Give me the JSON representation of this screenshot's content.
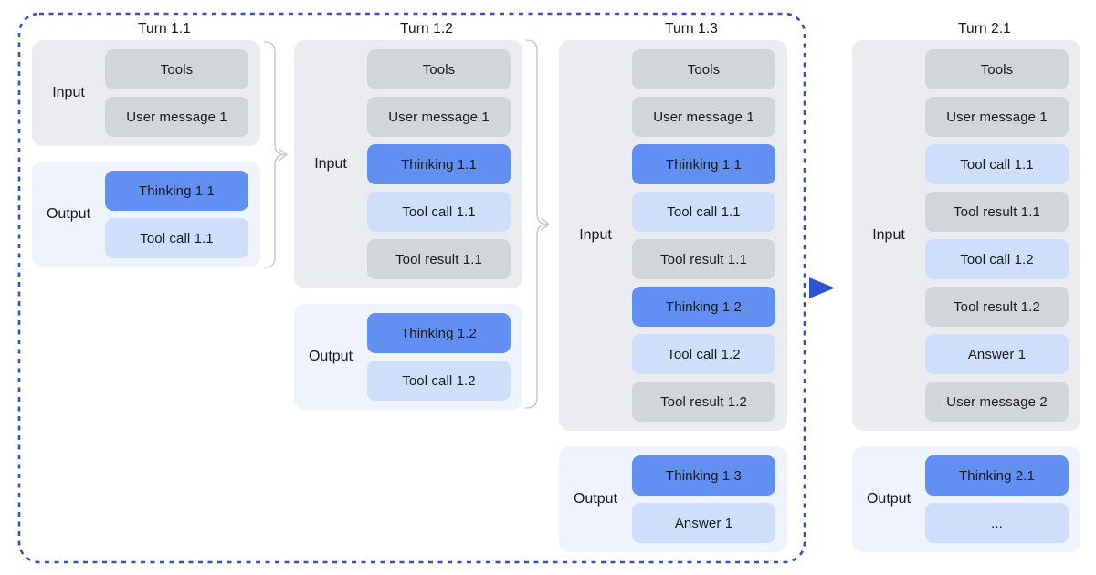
{
  "colors": {
    "context": "#d2d5d9",
    "thinking": "#6190f2",
    "action": "#cfdffb",
    "input_bg": "#eaecef",
    "output_bg": "#eef3fd",
    "outline": "#3351c7",
    "arrow": "#2e53d3",
    "brace": "#c6ccd2",
    "text": "#17191d"
  },
  "icons": {
    "brace_arrow_1": "curly-brace-right-arrow",
    "brace_arrow_2": "curly-brace-right-arrow",
    "turn_2_arrow": "solid-right-arrow",
    "outline": "dashed-rounded-group-border"
  },
  "columns": [
    {
      "id": "t11",
      "title": "Turn 1.1",
      "sections": [
        {
          "kind": "input",
          "label": "Input",
          "boxes": [
            {
              "label": "Tools",
              "type": "context"
            },
            {
              "label": "User message 1",
              "type": "context"
            }
          ]
        },
        {
          "kind": "output",
          "label": "Output",
          "boxes": [
            {
              "label": "Thinking 1.1",
              "type": "thinking"
            },
            {
              "label": "Tool call 1.1",
              "type": "action"
            }
          ]
        }
      ]
    },
    {
      "id": "t12",
      "title": "Turn 1.2",
      "sections": [
        {
          "kind": "input",
          "label": "Input",
          "boxes": [
            {
              "label": "Tools",
              "type": "context"
            },
            {
              "label": "User message 1",
              "type": "context"
            },
            {
              "label": "Thinking 1.1",
              "type": "thinking"
            },
            {
              "label": "Tool call 1.1",
              "type": "action"
            },
            {
              "label": "Tool result 1.1",
              "type": "context"
            }
          ]
        },
        {
          "kind": "output",
          "label": "Output",
          "boxes": [
            {
              "label": "Thinking 1.2",
              "type": "thinking"
            },
            {
              "label": "Tool call 1.2",
              "type": "action"
            }
          ]
        }
      ]
    },
    {
      "id": "t13",
      "title": "Turn 1.3",
      "sections": [
        {
          "kind": "input",
          "label": "Input",
          "boxes": [
            {
              "label": "Tools",
              "type": "context"
            },
            {
              "label": "User message 1",
              "type": "context"
            },
            {
              "label": "Thinking 1.1",
              "type": "thinking"
            },
            {
              "label": "Tool call 1.1",
              "type": "action"
            },
            {
              "label": "Tool result 1.1",
              "type": "context"
            },
            {
              "label": "Thinking 1.2",
              "type": "thinking"
            },
            {
              "label": "Tool call 1.2",
              "type": "action"
            },
            {
              "label": "Tool result 1.2",
              "type": "context"
            }
          ]
        },
        {
          "kind": "output",
          "label": "Output",
          "boxes": [
            {
              "label": "Thinking 1.3",
              "type": "thinking"
            },
            {
              "label": "Answer 1",
              "type": "action"
            }
          ]
        }
      ]
    },
    {
      "id": "t21",
      "title": "Turn 2.1",
      "sections": [
        {
          "kind": "input",
          "label": "Input",
          "boxes": [
            {
              "label": "Tools",
              "type": "context"
            },
            {
              "label": "User message 1",
              "type": "context"
            },
            {
              "label": "Tool call 1.1",
              "type": "action"
            },
            {
              "label": "Tool result 1.1",
              "type": "context"
            },
            {
              "label": "Tool call 1.2",
              "type": "action"
            },
            {
              "label": "Tool result 1.2",
              "type": "context"
            },
            {
              "label": "Answer 1",
              "type": "action"
            },
            {
              "label": "User message 2",
              "type": "context"
            }
          ]
        },
        {
          "kind": "output",
          "label": "Output",
          "boxes": [
            {
              "label": "Thinking 2.1",
              "type": "thinking"
            },
            {
              "label": "...",
              "type": "action"
            }
          ]
        }
      ]
    }
  ]
}
